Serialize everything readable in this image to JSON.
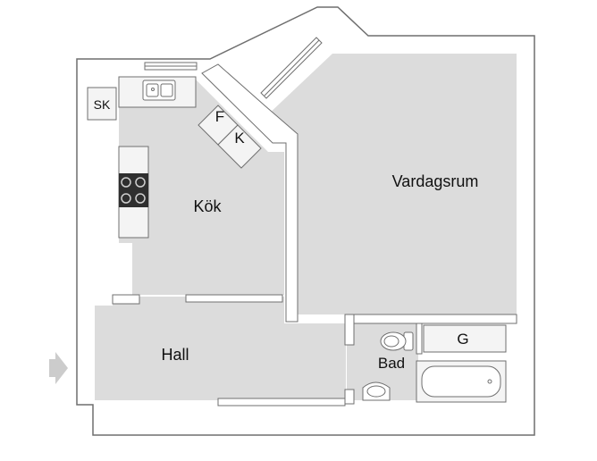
{
  "plan": {
    "rooms": {
      "vardagsrum": "Vardagsrum",
      "kok": "Kök",
      "hall": "Hall",
      "bad": "Bad"
    },
    "fixtures": {
      "sk": "SK",
      "f": "F",
      "k": "K",
      "g": "G"
    }
  },
  "colors": {
    "wall": "#ffffff",
    "wall_stroke": "#6f6f6f",
    "floor": "#dcdcdc",
    "fixture": "#f4f4f4",
    "background": "#ffffff",
    "entry_arrow": "#cccccc",
    "stove": "#2f2f2f"
  },
  "icons": {
    "entrance": "entrance-arrow-icon",
    "sink": "kitchen-sink-icon",
    "stove": "stove-icon",
    "toilet": "toilet-icon",
    "basin": "wash-basin-icon",
    "bathtub": "bathtub-icon"
  }
}
